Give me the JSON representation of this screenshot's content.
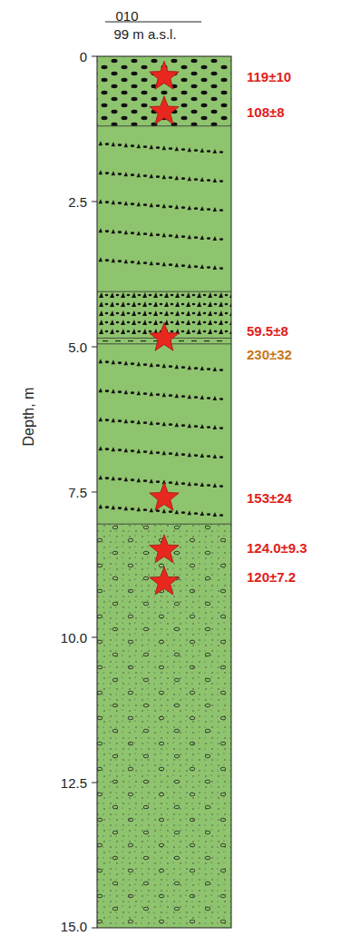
{
  "diagram": {
    "labels": [
      "010",
      "99 m a.s.l.",
      "0",
      "2.5",
      "5.0",
      "7.5",
      "10.0",
      "12.5",
      "15.0",
      "Depth, m",
      "119±10",
      "108±8",
      "59.5±8",
      "230±32",
      "153±24",
      "124.0±9.3",
      "120±7.2"
    ]
  }
}
